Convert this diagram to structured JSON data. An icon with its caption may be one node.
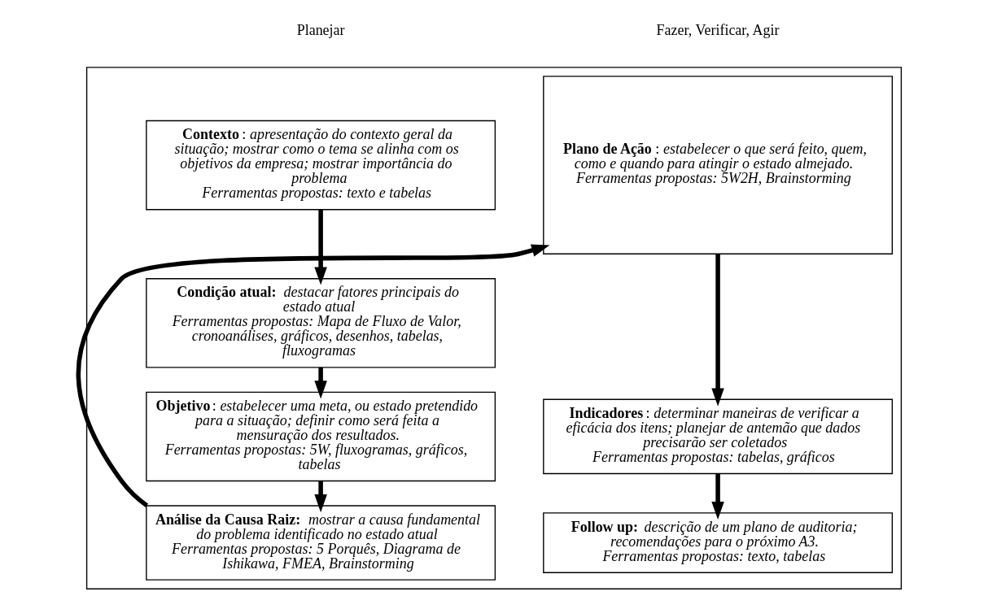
{
  "diagram": {
    "nodes": [
      {
        "text": [],
        "shape": "box"
      },
      {
        "text": [
          "**Contexto**: *apresentação do contexto geral da situação; mostrar como o tema se alinha com os objetivos da empresa; mostrar importância do problema*",
          "Ferramentas propostas: texto e tabelas"
        ],
        "in": 0
      },
      {
        "text": [
          "**Condição atual:** *destacar fatores principais do estado atual*",
          "Ferramentas propostas: Mapa de Fluxo de Valor, cronoanálises, gráficos, desenhos, tabelas, fluxogramas"
        ],
        "in": 0
      },
      {
        "text": [
          "**Objetivo**: *estabelecer uma meta, ou estado pretendido para a situação; definir como será feita a mensuração dos resultados.*",
          "Ferramentas propostas: 5W, fluxogramas, gráficos, tabelas"
        ],
        "in": 0
      },
      {
        "text": [
          "**Análise da Causa Raiz:** *mostrar a causa fundamental do problema identificado no estado atual*",
          "Ferramentas propostas: 5 Porquês, Diagrama de Ishikawa, FMEA, Brainstorming"
        ],
        "in": 0
      },
      {
        "text": [
          "**Plano de Ação**: *estabelecer o que será feito, quem, como e quando para atingir o estado almejado.*",
          "Ferramentas propostas: 5W2H, Brainstorming"
        ],
        "in": 0
      },
      {
        "text": [
          "**Indicadores**: *determinar maneiras de verificar a eficácia dos itens; planejar de antemão que dados precisarão ser coletados*",
          "Ferramentas propostas: tabelas, gráficos"
        ],
        "in": 0
      },
      {
        "text": [
          "**Follow up:** *descrição de um plano de auditoria; recomendações para o próximo A3.*",
          "Ferramentas propostas: texto, tabelas"
        ],
        "in": 0
      }
    ],
    "edges": [
      {
        "from": 1,
        "to": 2,
        "arrow": "to"
      },
      {
        "from": 2,
        "to": 3,
        "arrow": "to"
      },
      {
        "from": 3,
        "to": 4,
        "arrow": "to"
      },
      {
        "from": 4,
        "to": 5,
        "arrow": "to"
      },
      {
        "from": 5,
        "to": 6,
        "arrow": "to"
      },
      {
        "from": 6,
        "to": 7,
        "arrow": "to"
      }
    ],
    "labels": [
      "Planejar",
      "Fazer, Verificar, Agir"
    ]
  }
}
